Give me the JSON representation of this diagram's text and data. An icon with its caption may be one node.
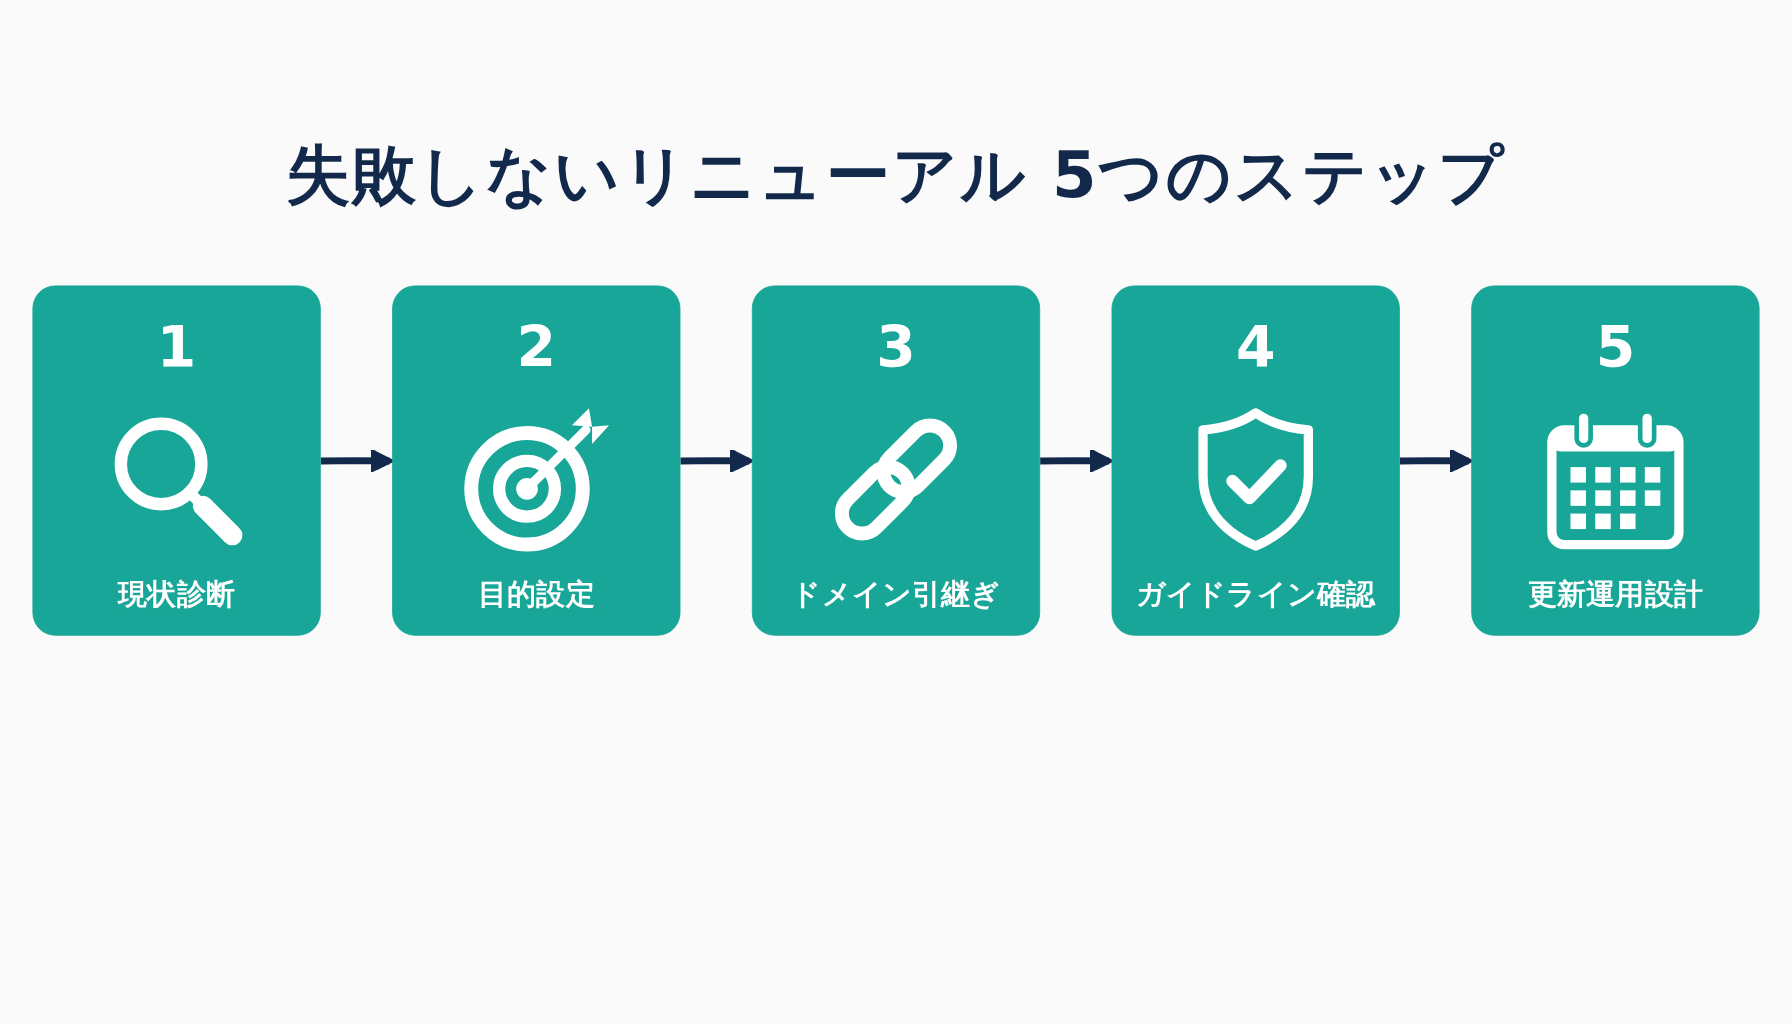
{
  "diagram": {
    "title": "失敗しないリニューアル 5つのステップ",
    "nodes": [
      {
        "text": [
          "1",
          "現状診断"
        ]
      },
      {
        "text": [
          "2",
          "目的設定"
        ]
      },
      {
        "text": [
          "3",
          "ドメイン引継ぎ"
        ]
      },
      {
        "text": [
          "4",
          "ガイドライン確認"
        ]
      },
      {
        "text": [
          "5",
          "更新運用設計"
        ]
      }
    ],
    "edges": [
      {
        "from": 0,
        "to": 1,
        "arrow": "to"
      },
      {
        "from": 1,
        "to": 2,
        "arrow": "to"
      },
      {
        "from": 2,
        "to": 3,
        "arrow": "to"
      },
      {
        "from": 3,
        "to": 4,
        "arrow": "to"
      }
    ]
  }
}
